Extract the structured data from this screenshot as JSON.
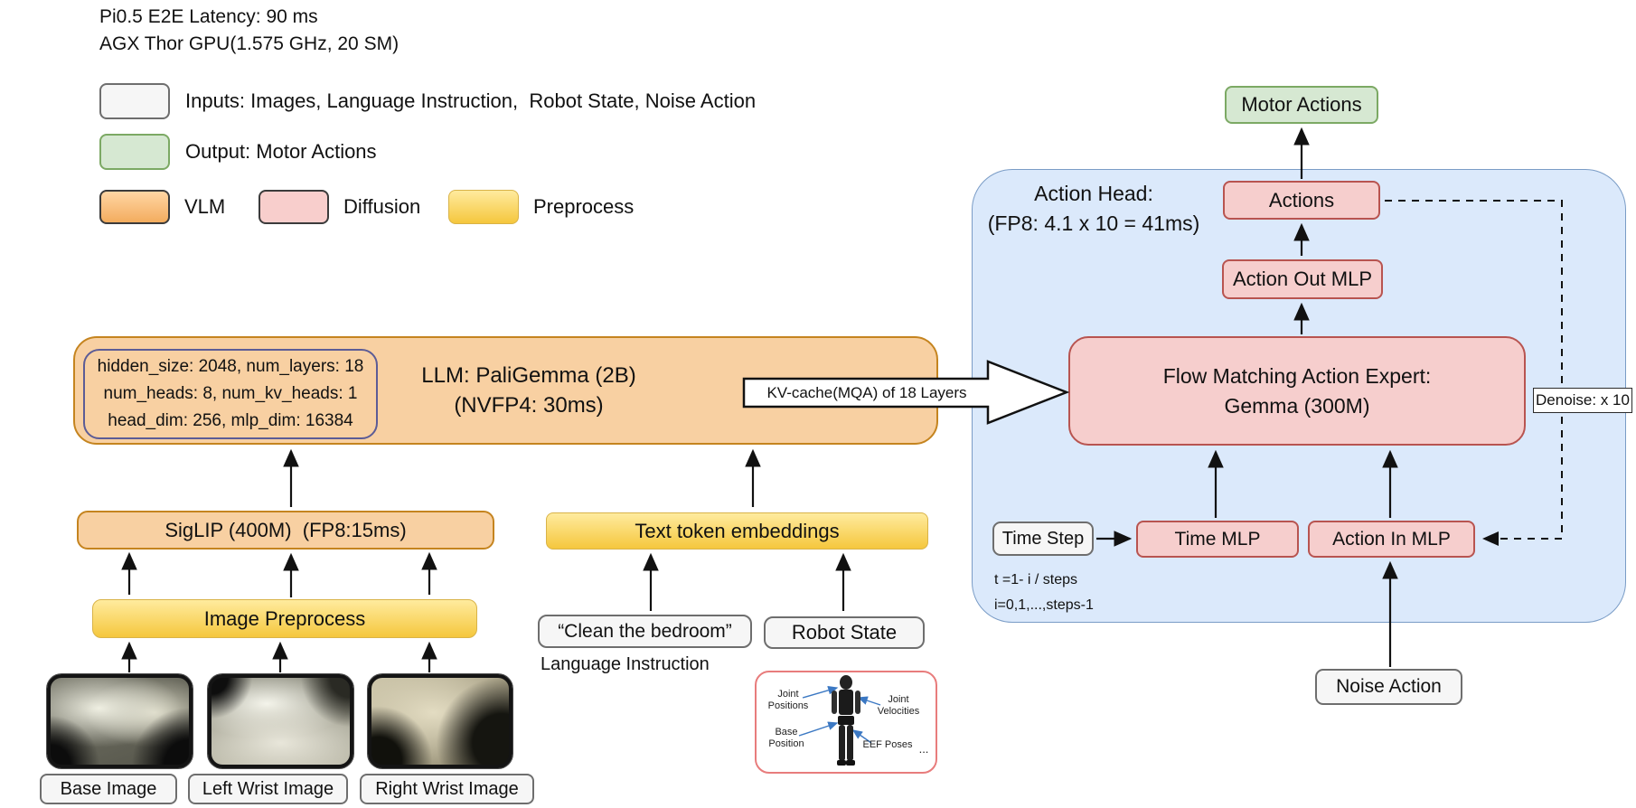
{
  "header": {
    "line1": "Pi0.5 E2E Latency: 90 ms",
    "line2": "AGX Thor GPU(1.575 GHz, 20 SM)"
  },
  "legend": {
    "inputs": "Inputs: Images, Language Instruction,  Robot State, Noise Action",
    "output": "Output: Motor Actions",
    "vlm": "VLM",
    "diffusion": "Diffusion",
    "preprocess": "Preprocess"
  },
  "llm": {
    "config_line1": "hidden_size: 2048, num_layers: 18",
    "config_line2": "num_heads: 8, num_kv_heads: 1",
    "config_line3": "head_dim: 256, mlp_dim: 16384",
    "title": "LLM: PaliGemma (2B)",
    "subtitle": "(NVFP4: 30ms)"
  },
  "kv_arrow": {
    "label": "KV-cache(MQA) of 18 Layers"
  },
  "action_head": {
    "title": "Action Head:",
    "subtitle": "(FP8: 4.1 x 10 = 41ms)",
    "motor_actions": "Motor Actions",
    "actions": "Actions",
    "action_out_mlp": "Action Out MLP",
    "flow_title": "Flow Matching Action Expert:",
    "flow_subtitle": "Gemma (300M)",
    "time_step": "Time Step",
    "time_mlp": "Time MLP",
    "action_in_mlp": "Action In MLP",
    "formula_line1": "t =1- i / steps",
    "formula_line2": "i=0,1,...,steps-1",
    "denoise": "Denoise: x 10",
    "noise_action": "Noise Action"
  },
  "vision": {
    "siglip": "SigLIP (400M)  (FP8:15ms)",
    "image_preprocess": "Image Preprocess",
    "base_image": "Base Image",
    "left_wrist_image": "Left Wrist Image",
    "right_wrist_image": "Right Wrist Image"
  },
  "language": {
    "text_token_embeddings": "Text token embeddings",
    "instruction": "“Clean the bedroom”",
    "caption": "Language Instruction"
  },
  "robot_state": {
    "label": "Robot State",
    "joint_positions": "Joint Positions",
    "joint_velocities": "Joint Velocities",
    "base_position": "Base Position",
    "eef_poses": "EEF Poses",
    "more": "..."
  },
  "colors": {
    "vlm_orange_fill": "#f8d0a2",
    "vlm_orange_border": "#c5841f",
    "diffusion_pink_fill": "#f6cecd",
    "diffusion_pink_border": "#b85450",
    "preprocess_yellow": "#f5c73d",
    "output_green_fill": "#d6e8d2",
    "output_green_border": "#7ca964",
    "panel_blue_fill": "#dbe9fb",
    "panel_blue_border": "#7a9cc6",
    "input_gray_fill": "#f6f6f6",
    "input_gray_border": "#6e6e6e"
  }
}
